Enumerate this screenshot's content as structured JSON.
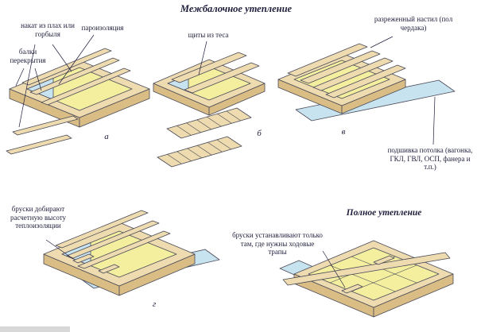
{
  "title": "Межбалочное утепление",
  "section_title_full": "Полное утепление",
  "labels": {
    "nakat": "накат из плах или горбыля",
    "vapor_barrier": "пароизоляция",
    "beams": "балки перекрытия",
    "shields": "щиты из теса",
    "sparse_deck": "разреженный настил (пол чердака)",
    "ceiling_lining": "подшивка потолка (вагонка, ГКЛ, ГВЛ, ОСП, фанера и т.п.)",
    "bruski_height": "бруски добирают расчетную высоту теплоизоляции",
    "bruski_walkways": "бруски устанавливают только там, где нужны ходовые трапы"
  },
  "letters": {
    "a": "а",
    "b": "б",
    "v": "в",
    "g": "г"
  },
  "colors": {
    "wood": "#eedcb0",
    "woodside": "#d9bd85",
    "insulation": "#f4ef9f",
    "vapor": "#c8e3f0",
    "outline": "#4a4a58",
    "text": "#1e1e3c",
    "background": "#ffffff",
    "watermark": "#d8d8d8"
  }
}
